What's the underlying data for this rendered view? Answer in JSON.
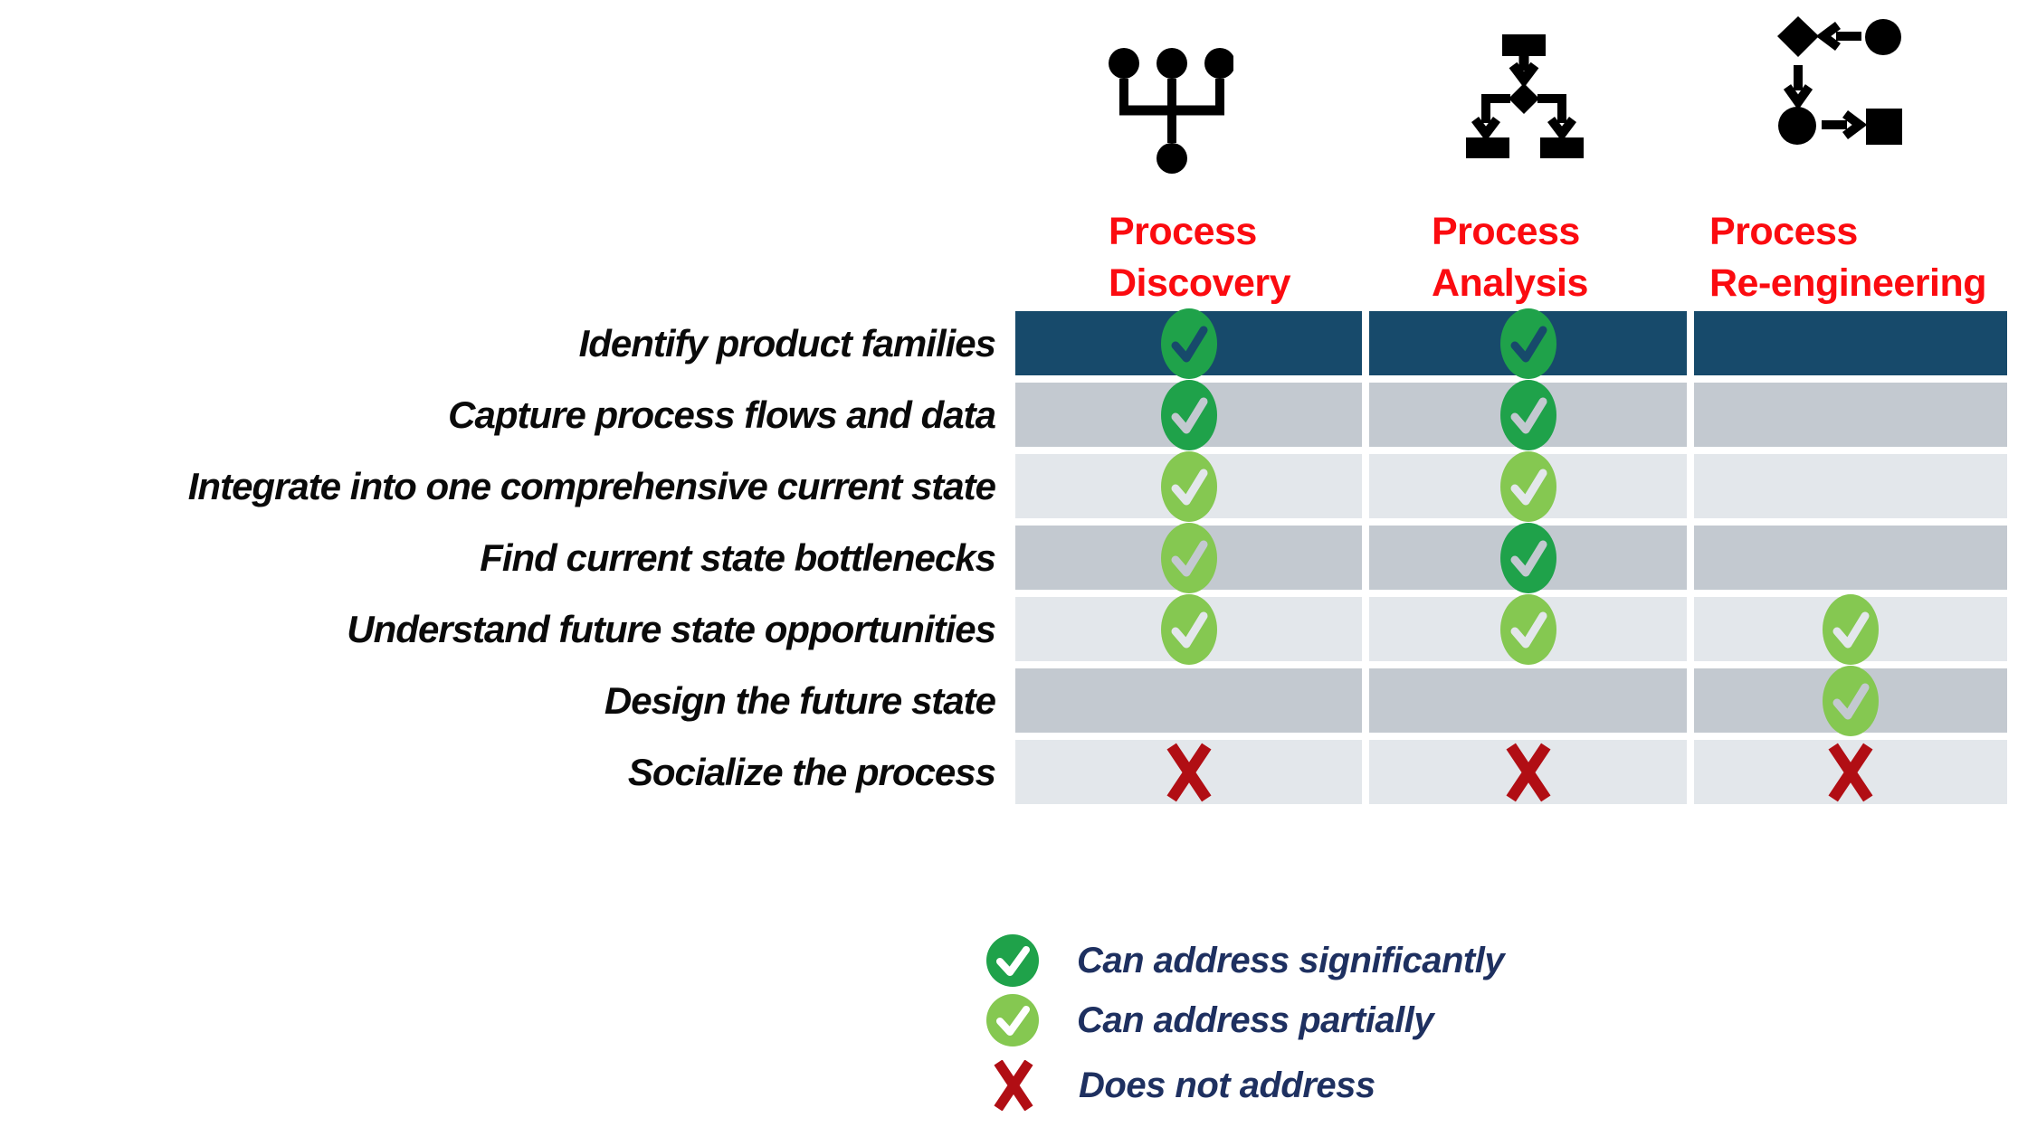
{
  "columns": [
    {
      "id": "process-discovery",
      "label_line1": "Process",
      "label_line2": "Discovery",
      "icon": "org-merge-icon"
    },
    {
      "id": "process-analysis",
      "label_line1": "Process",
      "label_line2": "Analysis",
      "icon": "flowchart-branch-icon"
    },
    {
      "id": "process-reengineering",
      "label_line1": "Process",
      "label_line2": "Re-engineering",
      "icon": "workflow-loop-icon"
    }
  ],
  "rows": [
    {
      "label": "Identify product families",
      "cells": [
        "significant",
        "significant",
        "empty"
      ]
    },
    {
      "label": "Capture process flows and data",
      "cells": [
        "significant",
        "significant",
        "empty"
      ]
    },
    {
      "label": "Integrate into one comprehensive current state",
      "cells": [
        "partial",
        "partial",
        "empty"
      ]
    },
    {
      "label": "Find current state bottlenecks",
      "cells": [
        "partial",
        "significant",
        "empty"
      ]
    },
    {
      "label": "Understand future state opportunities",
      "cells": [
        "partial",
        "partial",
        "partial"
      ]
    },
    {
      "label": "Design the future state",
      "cells": [
        "empty",
        "empty",
        "partial"
      ]
    },
    {
      "label": "Socialize the process",
      "cells": [
        "none",
        "none",
        "none"
      ]
    }
  ],
  "legend": [
    {
      "type": "significant",
      "label": "Can address significantly"
    },
    {
      "type": "partial",
      "label": "Can address partially"
    },
    {
      "type": "none",
      "label": "Does not address"
    }
  ],
  "colors": {
    "header_red": "#FB0B10",
    "row_blue": "#174A6B",
    "row_gray": "#C3C9D0",
    "row_light": "#E3E7EB",
    "green_significant": "#1FA24A",
    "green_partial": "#85C851",
    "x_red": "#B10E14",
    "legend_text": "#1E3060",
    "icon_black": "#000000",
    "row_label_black": "#0A0A0A",
    "background": "#FFFFFF"
  }
}
